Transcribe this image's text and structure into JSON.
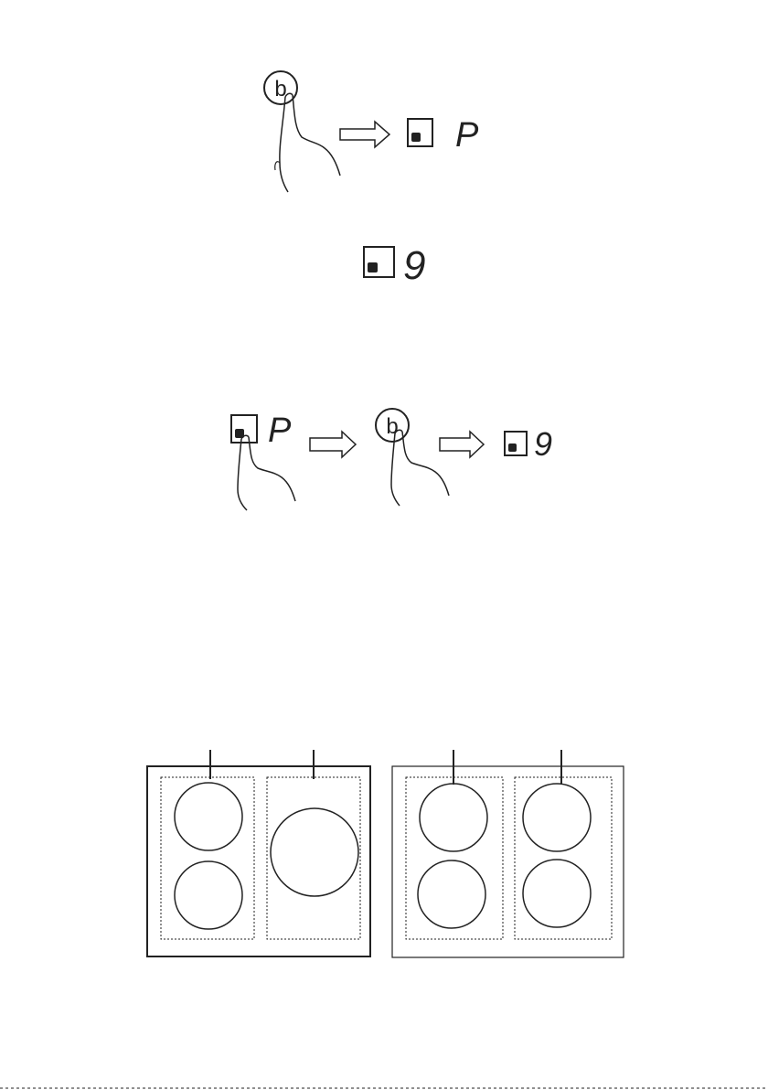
{
  "colors": {
    "ink": "#222222",
    "paper": "#ffffff"
  },
  "step1": {
    "button_symbol": "b",
    "display_value": "P"
  },
  "step2": {
    "display_value": "9"
  },
  "step3": {
    "display_before": "P",
    "button_symbol": "b",
    "display_after": "9"
  },
  "hob_layouts": [
    {
      "name": "left-hob",
      "zones": [
        "two-small-circles",
        "one-large-circle"
      ]
    },
    {
      "name": "right-hob",
      "zones": [
        "two-small-circles",
        "two-small-circles"
      ]
    }
  ]
}
